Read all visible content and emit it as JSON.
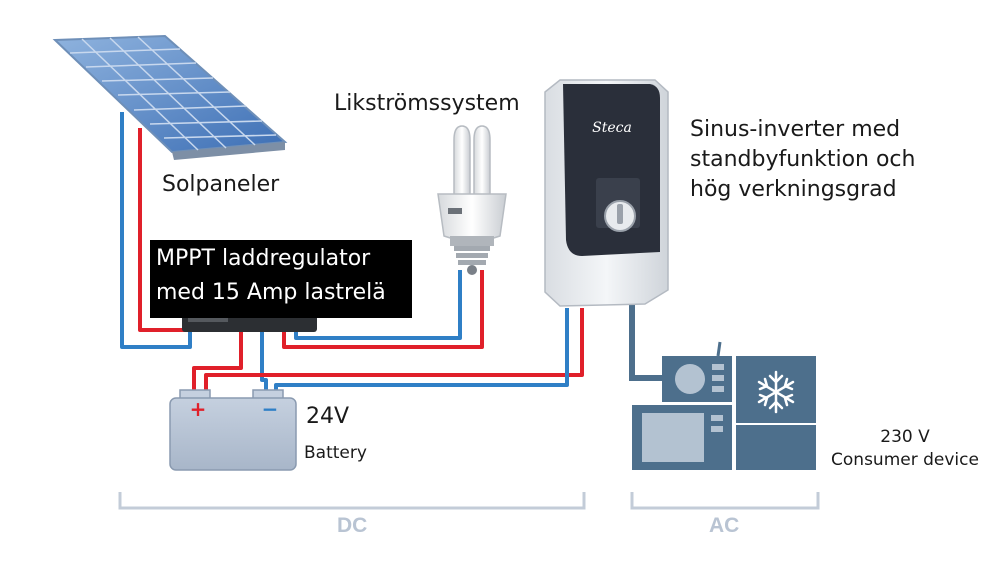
{
  "labels": {
    "solar_panel": "Solpaneler",
    "dc_system": "Likströmssystem",
    "inverter": [
      "Sinus-inverter med",
      "standbyfunktion och",
      "hög verkningsgrad"
    ],
    "controller": [
      "MPPT laddregulator",
      "med 15 Amp lastrelä"
    ],
    "battery_voltage": "24V",
    "battery": "Battery",
    "ac_voltage": "230 V",
    "consumer": "Consumer device",
    "dc_range": "DC",
    "ac_range": "AC"
  },
  "inverter_brand": "Steca",
  "battery_terminals": {
    "positive": "+",
    "negative": "−"
  },
  "colors": {
    "positive_wire": "#e0202a",
    "negative_wire": "#2f7fc6",
    "ac_wire": "#4d6f8c",
    "appliance": "#4d6f8c",
    "range_bracket": "#c3ccd8"
  }
}
